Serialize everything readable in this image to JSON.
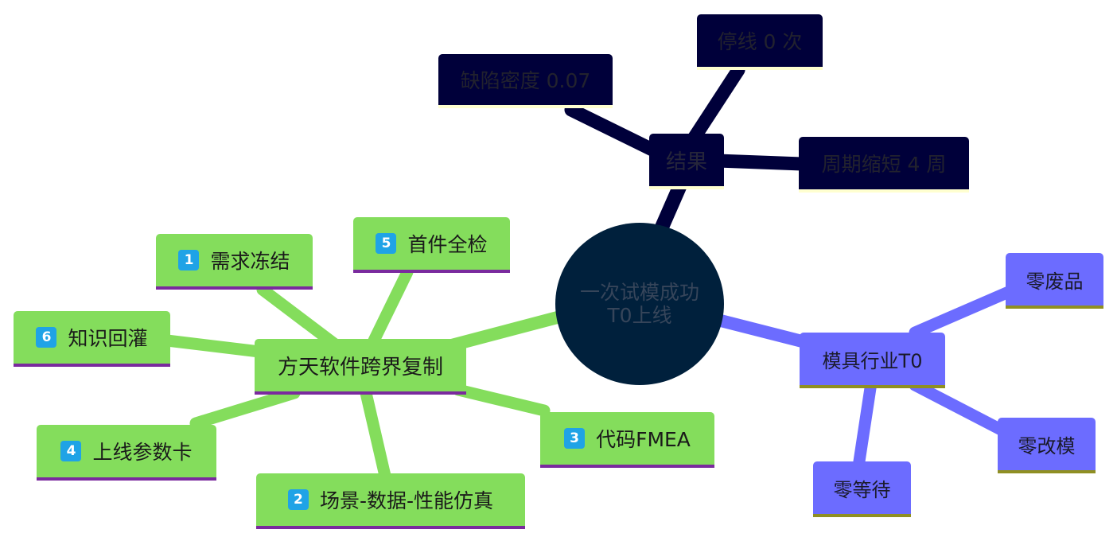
{
  "root": {
    "line1": "一次试模成功",
    "line2": "T0上线"
  },
  "results": {
    "hub": "结果",
    "items": [
      "缺陷密度 0.07",
      "停线 0 次",
      "周期缩短 4 周"
    ]
  },
  "fangtian": {
    "hub": "方天软件跨界复制",
    "items": [
      {
        "badge": "1",
        "label": "需求冻结"
      },
      {
        "badge": "5",
        "label": "首件全检"
      },
      {
        "badge": "6",
        "label": "知识回灌"
      },
      {
        "badge": "4",
        "label": "上线参数卡"
      },
      {
        "badge": "2",
        "label": "场景-数据-性能仿真"
      },
      {
        "badge": "3",
        "label": "代码FMEA"
      }
    ]
  },
  "mold": {
    "hub": "模具行业T0",
    "items": [
      "零废品",
      "零改模",
      "零等待"
    ]
  },
  "colors": {
    "dark_branch": "#00003a",
    "green_branch": "#84dd5c",
    "blue_branch": "#6c6cff",
    "root_fill": "#00203c",
    "badge": "#1fa3e6"
  }
}
